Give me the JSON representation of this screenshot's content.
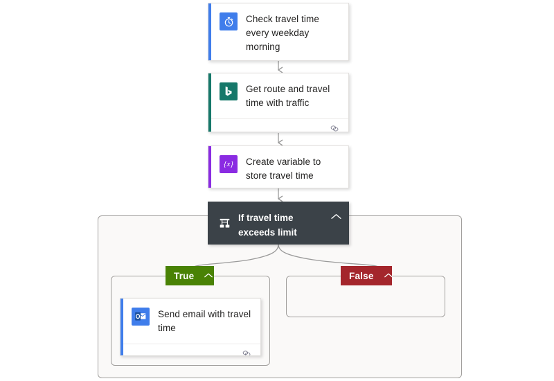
{
  "canvas": {
    "background": "#ffffff",
    "title": "Flow designer canvas"
  },
  "theme": {
    "card_background": "#ffffff",
    "card_border": "#e1dfdd",
    "scope_background": "#faf9f8",
    "scope_border": "#a19f9d",
    "condition_background": "#3b4248",
    "connector_color": "#9a9a9a",
    "true_color": "#498205",
    "false_color": "#a4262c",
    "trigger_accent": "#3f7deb",
    "bing_accent": "#16786a",
    "variable_accent": "#8a2be2",
    "outlook_accent": "#3f7deb",
    "text_primary": "#201f1e",
    "text_on_dark": "#ffffff"
  },
  "steps": [
    {
      "id": "trigger",
      "title": "Check travel time every weekday morning",
      "icon": "stopwatch-icon",
      "icon_background": "#3f7deb",
      "accent_color": "#3f7deb",
      "has_footer": false
    },
    {
      "id": "bing-route",
      "title": "Get route and travel time with traffic",
      "icon": "bing-icon",
      "icon_background": "#16786a",
      "accent_color": "#16786a",
      "has_footer": true,
      "footer_icon": "link-icon"
    },
    {
      "id": "init-variable",
      "title": "Create variable to store travel time",
      "icon": "variable-icon",
      "icon_label": "{x}",
      "icon_background": "#8a2be2",
      "accent_color": "#8a2be2",
      "has_footer": false
    }
  ],
  "condition": {
    "id": "condition",
    "title": "If travel time exceeds limit",
    "icon": "branch-icon",
    "collapse_icon": "chevron-up-icon",
    "background": "#3b4248"
  },
  "branches": [
    {
      "id": "true",
      "label": "True",
      "color": "#498205",
      "collapse_icon": "chevron-up-icon",
      "empty": false,
      "actions": [
        {
          "id": "send-email",
          "title": "Send email with travel time",
          "icon": "outlook-icon",
          "icon_background": "#3f7deb",
          "accent_color": "#3f7deb",
          "has_footer": true,
          "footer_icon": "link-icon"
        }
      ]
    },
    {
      "id": "false",
      "label": "False",
      "color": "#a4262c",
      "collapse_icon": "chevron-up-icon",
      "empty": true,
      "actions": []
    }
  ]
}
